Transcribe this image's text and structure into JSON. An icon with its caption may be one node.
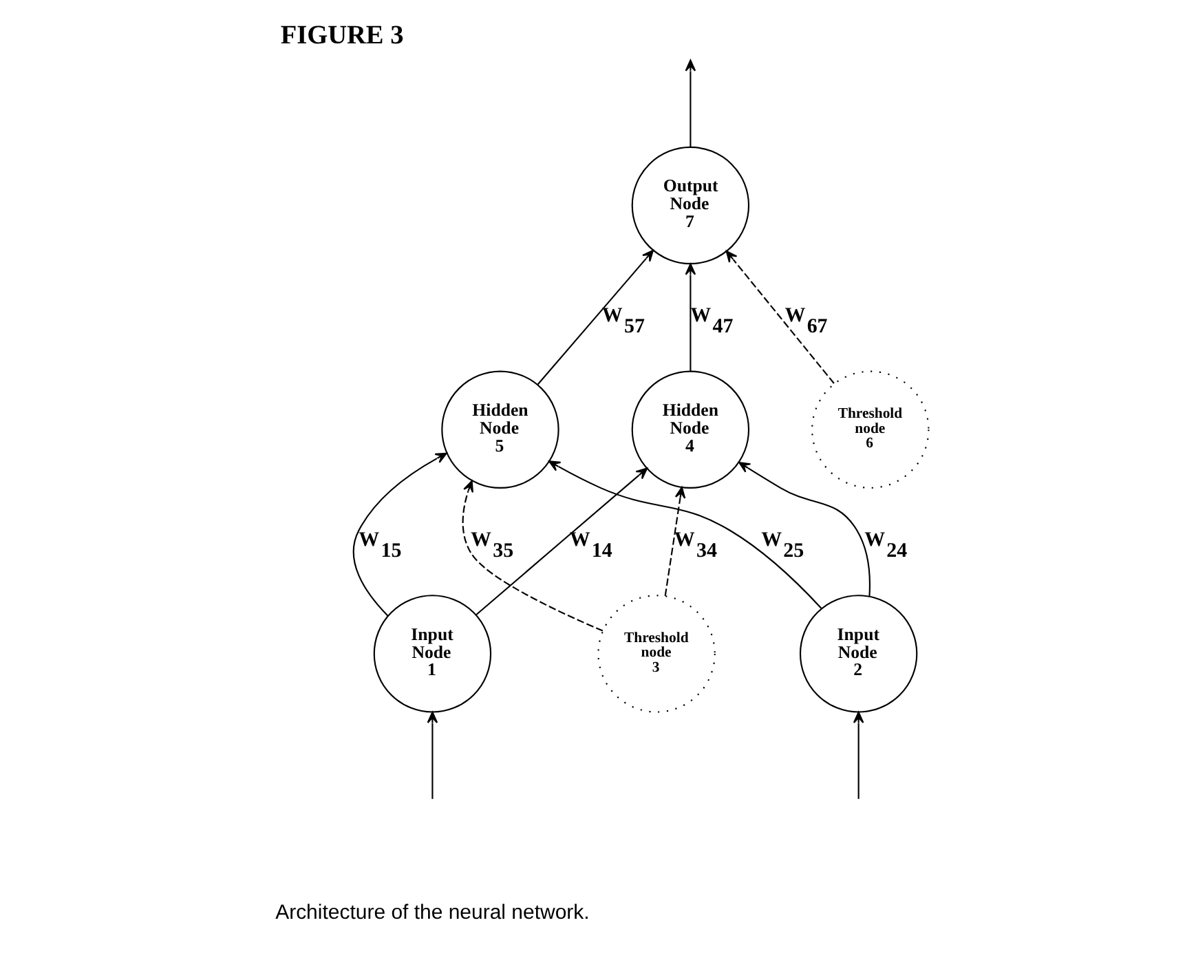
{
  "diagram": {
    "title": "FIGURE 3",
    "caption": "Architecture of the neural network.",
    "nodes": [
      {
        "text": [
          "Output Node 7"
        ]
      },
      {
        "text": [
          "Hidden Node 4"
        ]
      },
      {
        "text": [
          "Hidden Node 5"
        ]
      },
      {
        "text": [
          "Threshold node 6"
        ]
      },
      {
        "text": [
          "Input Node 1"
        ]
      },
      {
        "text": [
          "Input Node 2"
        ]
      },
      {
        "text": [
          "Threshold node 3"
        ]
      }
    ],
    "edges": [
      {
        "from": 0,
        "to": null,
        "arrow": "to"
      },
      {
        "from": 1,
        "to": 0,
        "arrow": "to",
        "label": "W$_{47}$"
      },
      {
        "from": 2,
        "to": 0,
        "arrow": "to",
        "label": "W$_{57}$"
      },
      {
        "from": 3,
        "to": 0,
        "arrow": "to",
        "label": "W$_{67}$",
        "style": "dashed"
      },
      {
        "from": 4,
        "to": 1,
        "arrow": "to",
        "label": "W$_{14}$"
      },
      {
        "from": 4,
        "to": 2,
        "arrow": "to",
        "label": "W$_{15}$"
      },
      {
        "from": 5,
        "to": 1,
        "arrow": "to",
        "label": "W$_{24}$"
      },
      {
        "from": 5,
        "to": 2,
        "arrow": "to",
        "label": "W$_{25}$"
      },
      {
        "from": 6,
        "to": 1,
        "arrow": "to",
        "label": "W$_{34}$",
        "style": "dashed"
      },
      {
        "from": 6,
        "to": 2,
        "arrow": "to",
        "label": "W$_{35}$",
        "style": "dashed"
      },
      {
        "from": null,
        "to": 4,
        "arrow": "to"
      },
      {
        "from": null,
        "to": 5,
        "arrow": "to"
      }
    ]
  }
}
